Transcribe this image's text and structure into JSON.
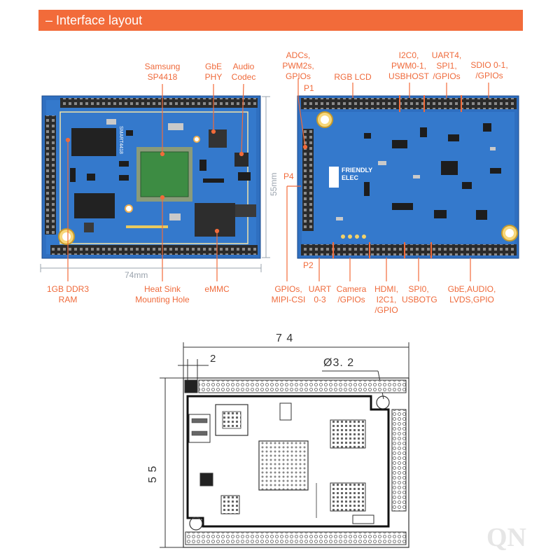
{
  "header": {
    "title": "– Interface layout"
  },
  "left_board": {
    "labels": {
      "samsung": "Samsung\nSP4418",
      "gbe_phy": "GbE\nPHY",
      "audio_codec": "Audio\nCodec",
      "ddr3": "1GB DDR3\nRAM",
      "heat_sink": "Heat Sink\nMounting Hole",
      "emmc": "eMMC"
    },
    "dim_width": "74mm",
    "dim_height": "55mm",
    "chip_text": "SMART4418"
  },
  "right_board": {
    "labels": {
      "adcs": "ADCs,\nPWM2s,\nGPIOs",
      "rgb_lcd": "RGB LCD",
      "i2c0": "I2C0,\nPWM0-1,\nUSBHOST",
      "uart4": "UART4,\nSPI1,\n/GPIOs",
      "sdio": "SDIO 0-1,\n/GPIOs",
      "gpios_mipi": "GPIOs,\nMIPI-CSI",
      "uart03": "UART\n0-3",
      "camera": "Camera\n/GPIOs",
      "hdmi": "HDMI,\nI2C1,\n/GPIO",
      "spi0": "SPI0,\nUSBOTG",
      "gbe_audio": "GbE,AUDIO,\nLVDS,GPIO"
    },
    "pins": {
      "p1": "P1",
      "p2": "P2",
      "p4": "P4"
    },
    "logo_line1": "FRIENDLY",
    "logo_line2": "ELEC"
  },
  "drawing": {
    "width": "7 4",
    "height": "5 5",
    "pitch": "2",
    "hole": "Ø3. 2"
  },
  "watermark": "QN",
  "colors": {
    "accent": "#f26b3a",
    "pcb": "#2f6fc0",
    "pcb_dark": "#1e4f93"
  }
}
